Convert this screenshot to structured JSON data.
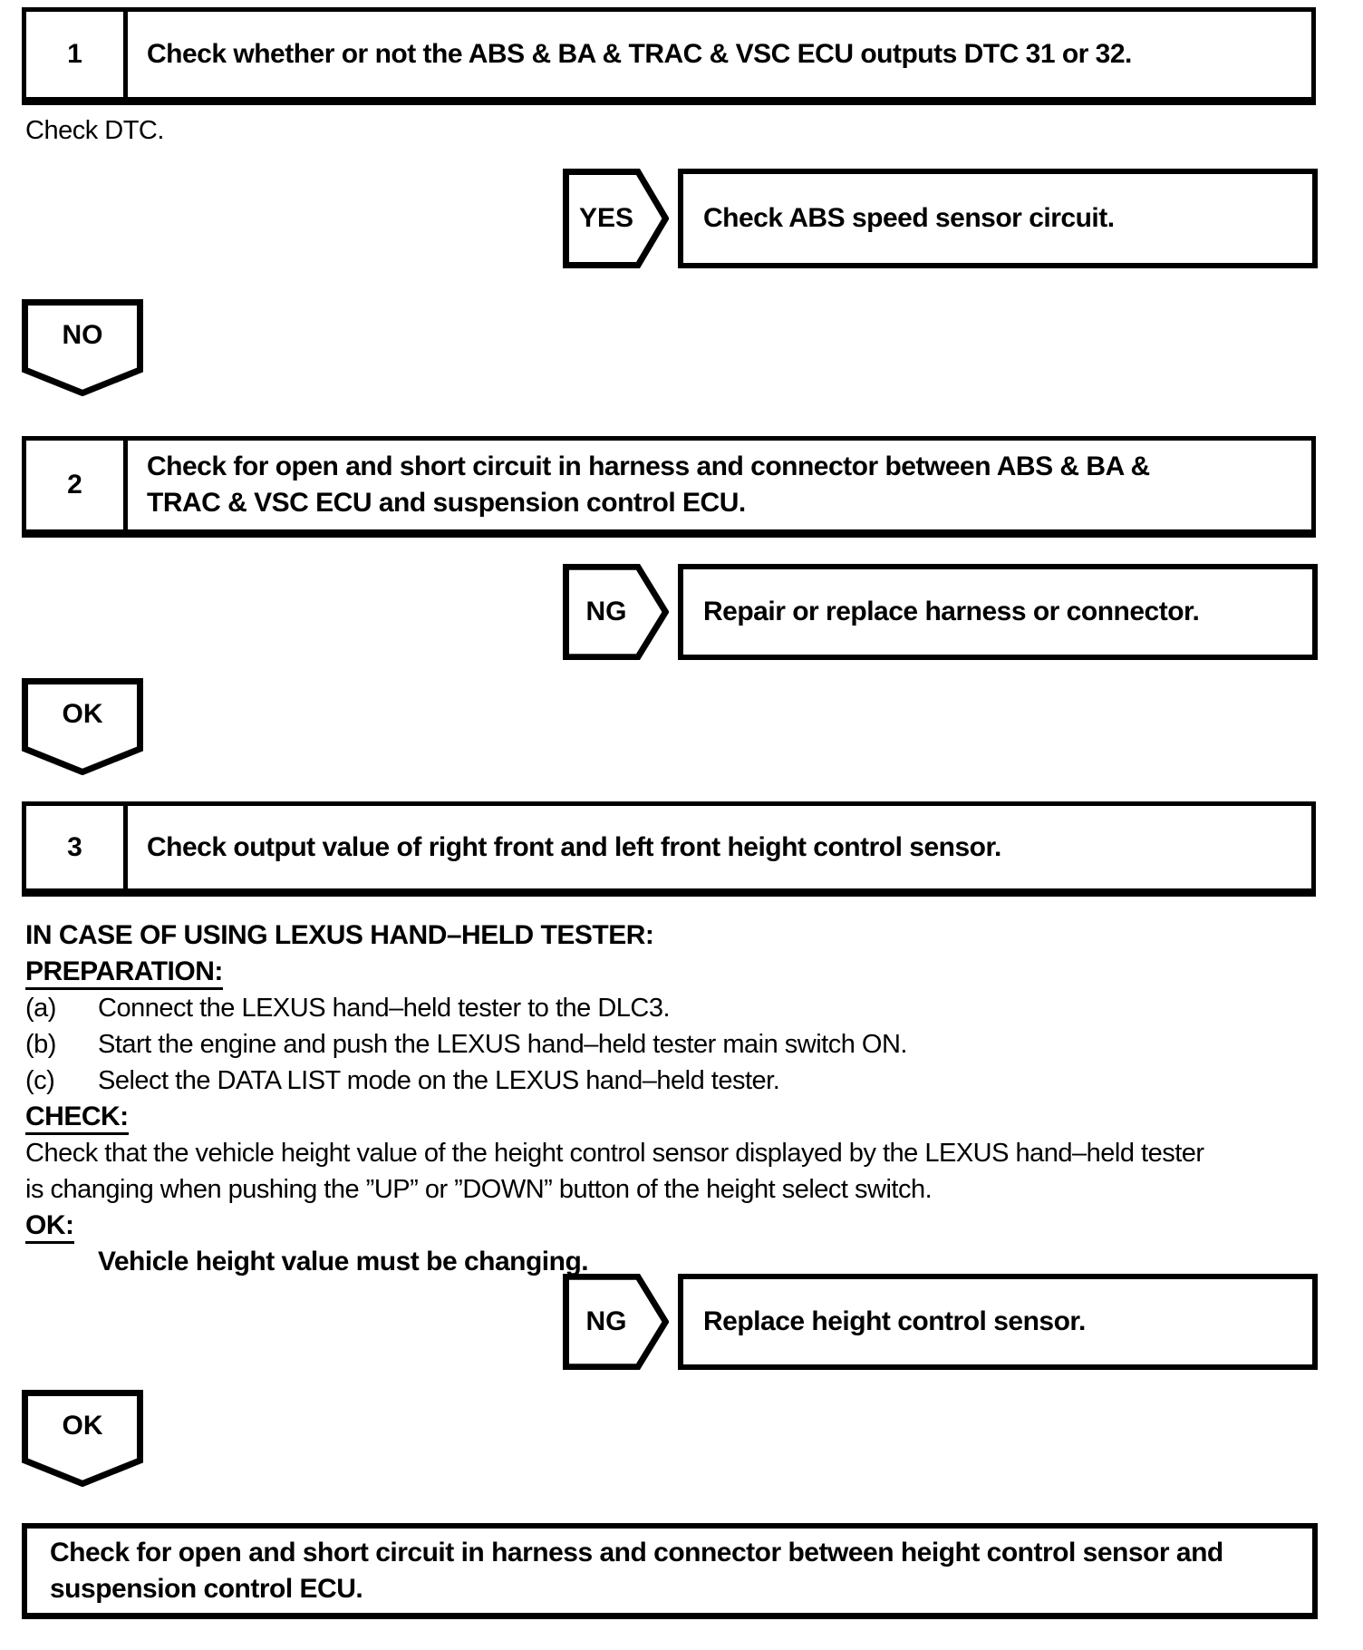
{
  "colors": {
    "ink": "#000000",
    "paper": "#ffffff"
  },
  "step1": {
    "number": "1",
    "title": "Check whether or not the ABS & BA & TRAC & VSC ECU outputs DTC 31 or 32."
  },
  "check_dtc_note": "Check DTC.",
  "yes_branch": {
    "label": "YES",
    "action": "Check ABS speed sensor circuit."
  },
  "no_connector": {
    "label": "NO"
  },
  "step2": {
    "number": "2",
    "title_line1": "Check for open and short circuit in harness and connector between ABS & BA &",
    "title_line2": "TRAC & VSC ECU and suspension control ECU."
  },
  "ng_branch_1": {
    "label": "NG",
    "action": "Repair or replace harness or connector."
  },
  "ok_connector_1": {
    "label": "OK"
  },
  "step3": {
    "number": "3",
    "title": "Check output value of right front and left front height control sensor."
  },
  "instructions": {
    "case_heading": "IN CASE OF USING LEXUS HAND–HELD TESTER:",
    "preparation_label": "PREPARATION:",
    "prep_items": [
      {
        "label": "(a)",
        "text": "Connect the LEXUS hand–held tester to the DLC3."
      },
      {
        "label": "(b)",
        "text": "Start the engine and push the LEXUS hand–held tester main switch ON."
      },
      {
        "label": "(c)",
        "text": "Select the DATA LIST mode on the LEXUS hand–held tester."
      }
    ],
    "check_label": "CHECK:",
    "check_line1": "Check that the vehicle height value of the height control sensor displayed by the LEXUS hand–held tester",
    "check_line2": "is changing when pushing the ”UP” or ”DOWN” button of the height select switch.",
    "ok_label": "OK:",
    "ok_requirement": "Vehicle height value must be changing."
  },
  "ng_branch_2": {
    "label": "NG",
    "action": "Replace height control sensor."
  },
  "ok_connector_2": {
    "label": "OK"
  },
  "final_action": {
    "line1": "Check for open and short circuit in harness and connector between height control sensor and",
    "line2": "suspension control ECU."
  }
}
